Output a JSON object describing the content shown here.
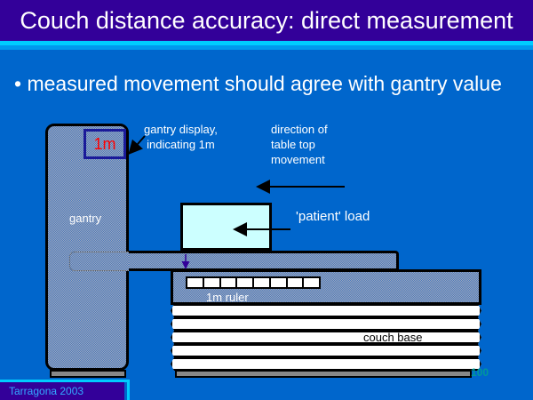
{
  "title": "Couch distance accuracy: direct measurement",
  "bullet": "measured movement should agree with gantry value",
  "diagram": {
    "display_value": "1m",
    "gantry_display_label": "gantry display,\nindicating 1m",
    "direction_label": "direction of\ntable top\nmovement",
    "gantry_label": "gantry",
    "patient_label": "'patient' load",
    "ruler_label": "1m ruler",
    "couch_base_label": "couch base",
    "ruler_segments": 8
  },
  "footer": "Tarragona 2003",
  "page_number": "100",
  "colors": {
    "background": "#0066cc",
    "title_bar": "#330099",
    "accent": "#00ccff",
    "display_text": "#ff0000",
    "patient_fill": "#ccffff"
  }
}
